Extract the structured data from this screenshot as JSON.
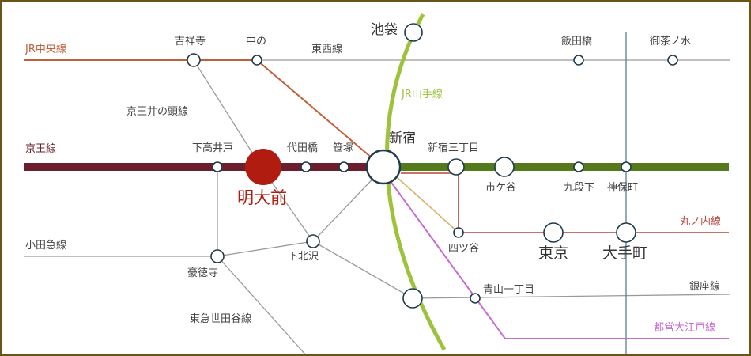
{
  "colors": {
    "chuo": "#c0603a",
    "keio": "#6b1f2e",
    "yamanote": "#9dc23b",
    "marunouchi": "#b5443a",
    "oedo": "#c76bd1",
    "shinjuku_line": "#557a1c",
    "grey": "#9a9a9a",
    "station_fill": "#ffffff",
    "station_stroke": "#1f3a4a",
    "meidai": "#b01c10",
    "border": "#6b5418"
  },
  "lines": {
    "jr_chuo": "JR中央線",
    "keio": "京王線",
    "keio_inokashira": "京王井の頭線",
    "odakyu": "小田急線",
    "tokyu_setagaya": "東急世田谷線",
    "tozai": "東西線",
    "jr_yamanote": "JR山手線",
    "marunouchi": "丸ノ内線",
    "ginza": "銀座線",
    "oedo": "都営大江戸線"
  },
  "stations": {
    "kichijoji": "吉祥寺",
    "nakano": "中の",
    "iidabashi": "飯田橋",
    "ochanomizu": "御茶ノ水",
    "ikebukuro": "池袋",
    "shinjuku": "新宿",
    "shimotakaido": "下高井戸",
    "meidaimae": "明大前",
    "yoyogiuehara": "代田橋",
    "sasazuka": "笹塚",
    "shinjuku_sanchome": "新宿三丁目",
    "ichigaya": "市ケ谷",
    "kudanshita": "九段下",
    "jimbocho": "神保町",
    "yotsuya": "四ツ谷",
    "tokyo": "東京",
    "otemachi": "大手町",
    "shimokitazawa": "下北沢",
    "gotokuji": "豪徳寺",
    "aoyama_itchome": "青山一丁目"
  }
}
